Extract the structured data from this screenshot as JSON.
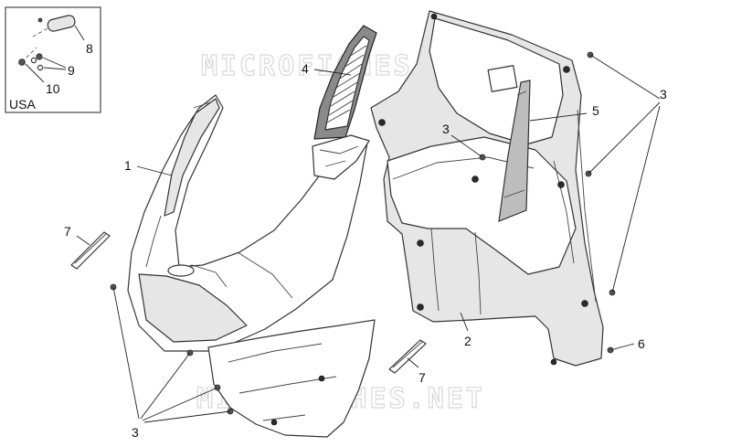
{
  "watermark": "MICROFICHES.NET",
  "inset": {
    "region_label": "USA",
    "callouts": [
      "8",
      "9",
      "10"
    ]
  },
  "callouts": {
    "front_shield": "1",
    "inner_shield": "2",
    "screws_left": "3",
    "screws_center": "3",
    "screws_right": "3",
    "grille": "4",
    "panel": "5",
    "screw_lower": "6",
    "strip_left": "7",
    "strip_center": "7"
  }
}
